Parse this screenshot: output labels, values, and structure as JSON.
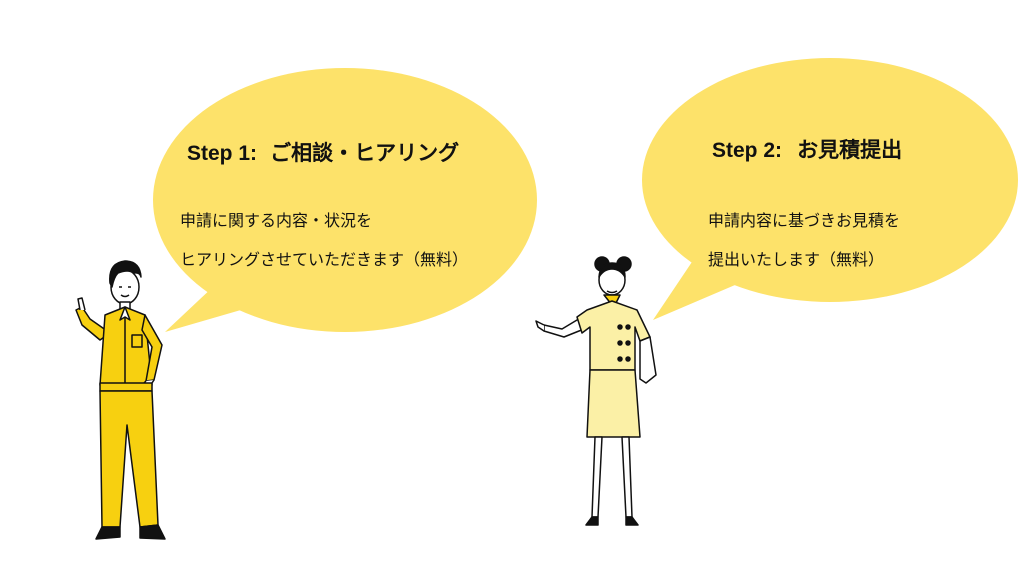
{
  "colors": {
    "bubble": "#fde26a",
    "man_outfit": "#f7d010",
    "woman_outfit": "#fbf0a6",
    "ink": "#111111"
  },
  "step1": {
    "step": "Step 1:",
    "title": "ご相談・ヒアリング",
    "lines": [
      "申請に関する内容・状況を",
      "ヒアリングさせていただきます（無料）"
    ]
  },
  "step2": {
    "step": "Step 2:",
    "title": "お見積提出",
    "lines": [
      "申請内容に基づきお見積を",
      "提出いたします（無料）"
    ]
  },
  "icons": [
    "man-pointing-figure",
    "woman-presenting-figure"
  ]
}
